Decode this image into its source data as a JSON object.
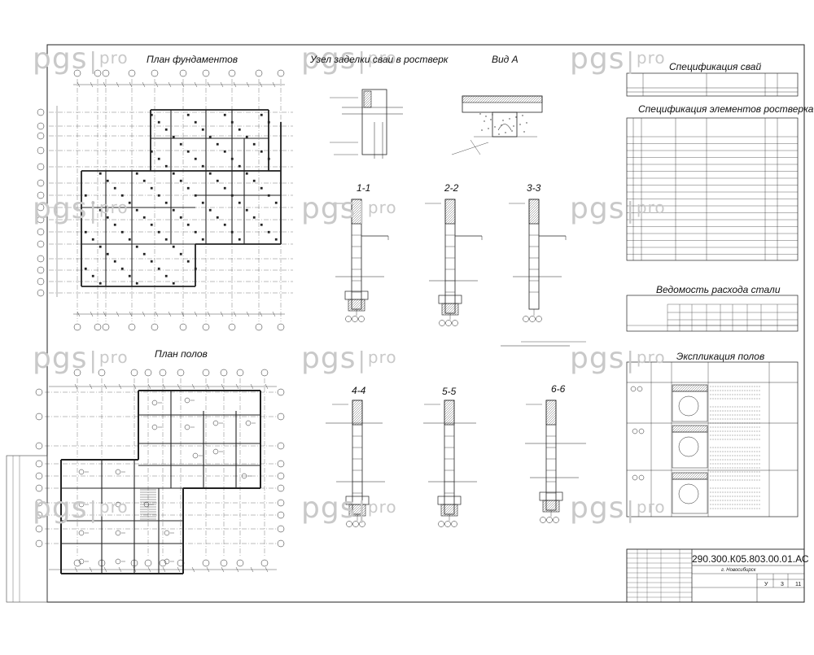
{
  "sheet": {
    "watermark": {
      "brand": "pgs",
      "sep": "|",
      "suffix": "pro"
    },
    "titles": {
      "foundation_plan": "План фундаментов",
      "pile_node": "Узел заделки сваи в ростверк",
      "view_a": "Вид А",
      "pile_spec": "Спецификация свай",
      "grillage_spec": "Спецификация элементов ростверка",
      "steel_list": "Ведомость расхода стали",
      "floor_plan": "План полов",
      "floor_expl": "Экспликация полов"
    },
    "sections": [
      "1-1",
      "2-2",
      "3-3",
      "4-4",
      "5-5",
      "6-6"
    ],
    "title_block": {
      "code": "290.300.К05.803.00.01.АС",
      "city": "г. Новосибирск",
      "stage": "У",
      "sheet_no": "3",
      "sheets_total": "11"
    }
  }
}
